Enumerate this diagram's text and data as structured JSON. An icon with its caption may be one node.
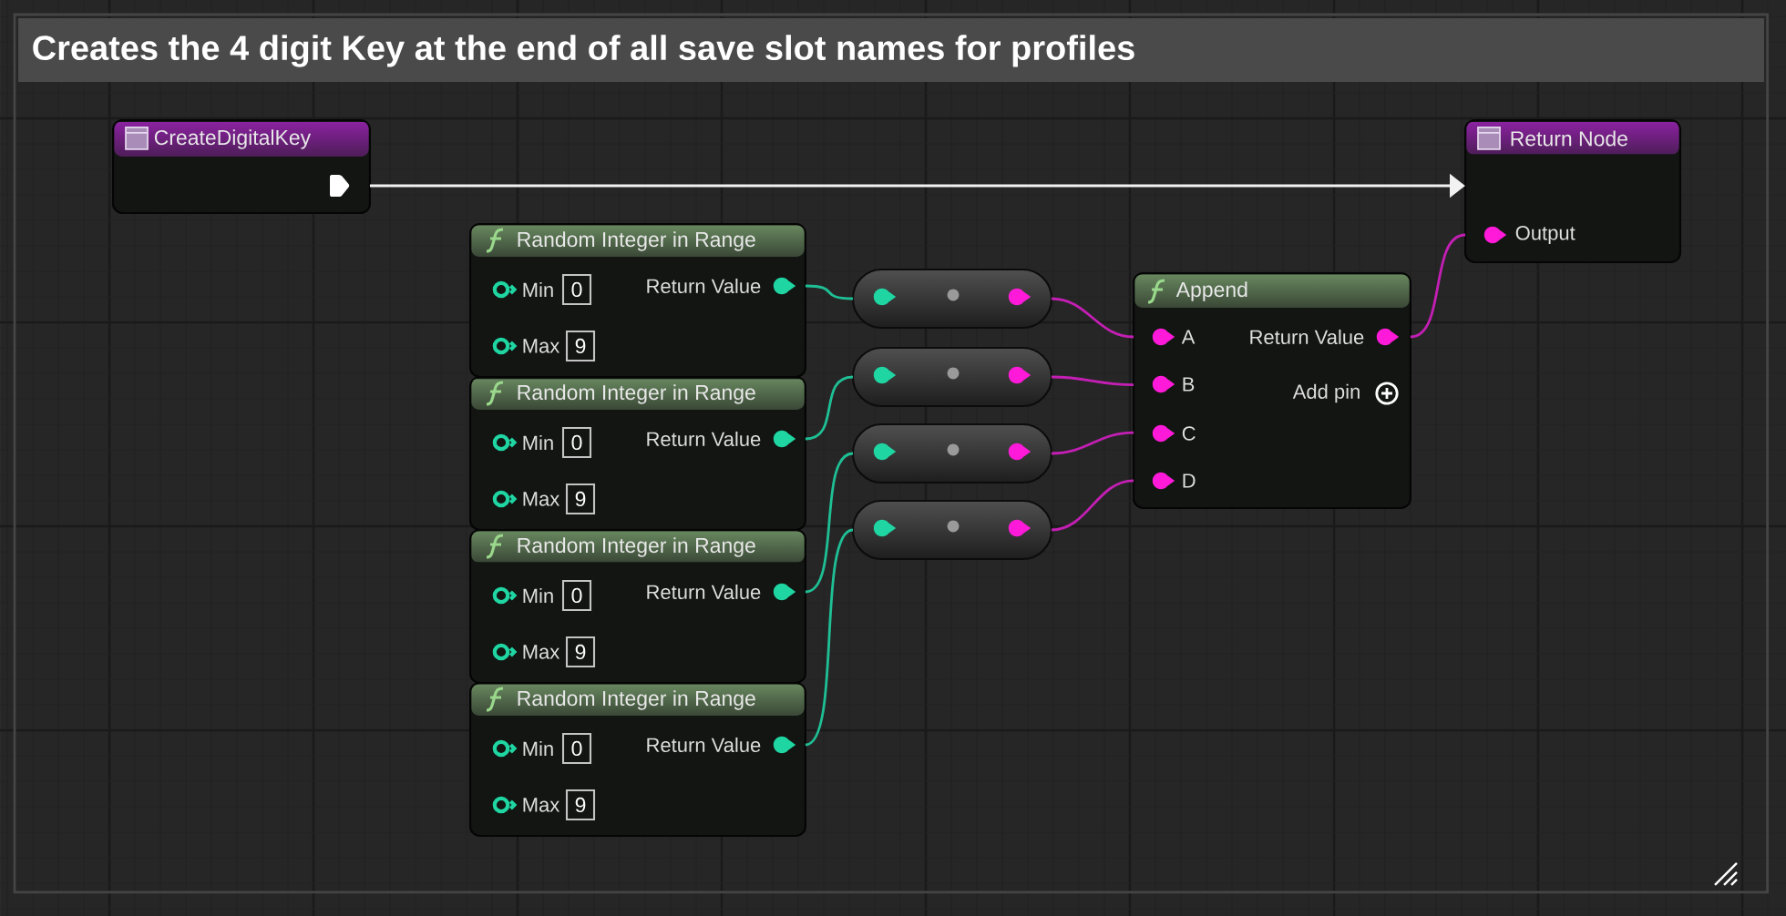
{
  "diagram": {
    "nodes": [
      {
        "text": [
          "Creates the 4 digit Key at the end of all save slot names for profiles"
        ]
      },
      {
        "text": [
          "CreateDigitalKey"
        ],
        "in": 0
      },
      {
        "text": [
          "Return Node",
          "Output"
        ],
        "in": 0
      },
      {
        "text": [
          "Random Integer in Range",
          "Min",
          "Return Value",
          "Max"
        ],
        "in": 0
      },
      {
        "text": [
          "0"
        ],
        "in": 3
      },
      {
        "text": [
          "9"
        ],
        "in": 3
      },
      {
        "text": [
          "Random Integer in Range",
          "Min",
          "Return Value",
          "Max"
        ],
        "in": 0
      },
      {
        "text": [
          "0"
        ],
        "in": 6
      },
      {
        "text": [
          "9"
        ],
        "in": 6
      },
      {
        "text": [
          "Random Integer in Range",
          "Min",
          "Return Value",
          "Max"
        ],
        "in": 0
      },
      {
        "text": [
          "0"
        ],
        "in": 9
      },
      {
        "text": [
          "9"
        ],
        "in": 9
      },
      {
        "text": [
          "Random Integer in Range",
          "Min",
          "Return Value",
          "Max"
        ],
        "in": 0
      },
      {
        "text": [
          "0"
        ],
        "in": 12
      },
      {
        "text": [
          "9"
        ],
        "in": 12
      },
      {
        "text": [],
        "shape": "box",
        "in": 0
      },
      {
        "text": [],
        "shape": "box",
        "in": 0
      },
      {
        "text": [],
        "shape": "box",
        "in": 0
      },
      {
        "text": [],
        "shape": "box",
        "in": 0
      },
      {
        "text": [
          "Append",
          "A",
          "Return Value",
          "B",
          "Add pin",
          "C",
          "D"
        ],
        "in": 0
      }
    ],
    "edges": [
      {
        "from": 1,
        "to": 2,
        "arrow": "to",
        "color": "#f2f2f2"
      },
      {
        "from": 3,
        "to": 15,
        "arrow": "none",
        "color": "#1fbf95"
      },
      {
        "from": 6,
        "to": 16,
        "arrow": "none",
        "color": "#1fbf95"
      },
      {
        "from": 9,
        "to": 17,
        "arrow": "none",
        "color": "#1fbf95"
      },
      {
        "from": 12,
        "to": 18,
        "arrow": "none",
        "color": "#1fbf95"
      },
      {
        "from": 15,
        "to": 19,
        "arrow": "none",
        "color": "#c41fb4"
      },
      {
        "from": 16,
        "to": 19,
        "arrow": "none",
        "color": "#c41fb4"
      },
      {
        "from": 17,
        "to": 19,
        "arrow": "none",
        "color": "#c41fb4"
      },
      {
        "from": 18,
        "to": 19,
        "arrow": "none",
        "color": "#c41fb4"
      },
      {
        "from": 19,
        "to": 2,
        "arrow": "none",
        "color": "#c41fb4"
      }
    ]
  }
}
